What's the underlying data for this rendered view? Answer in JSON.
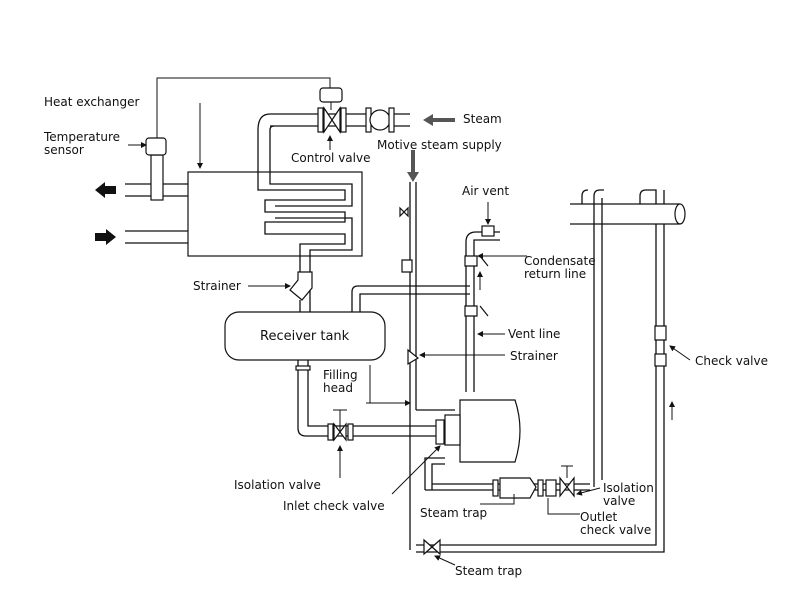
{
  "labels": {
    "heat_exchanger": "Heat exchanger",
    "temperature_sensor": "Temperature sensor",
    "control_valve": "Control valve",
    "steam": "Steam",
    "motive_steam_supply": "Motive steam supply",
    "air_vent": "Air vent",
    "condensate_return_line": "Condensate return line",
    "strainer_left": "Strainer",
    "receiver_tank": "Receiver tank",
    "vent_line": "Vent line",
    "strainer_right": "Strainer",
    "filling_head": "Filling head",
    "check_valve": "Check valve",
    "isolation_valve_left": "Isolation valve",
    "inlet_check_valve": "Inlet check valve",
    "steam_trap_middle": "Steam trap",
    "isolation_valve_right": "Isolation valve",
    "outlet_check_valve": "Outlet check valve",
    "steam_trap_bottom": "Steam trap"
  },
  "colors": {
    "line": "#111111",
    "flow_arrow": "#555555"
  }
}
